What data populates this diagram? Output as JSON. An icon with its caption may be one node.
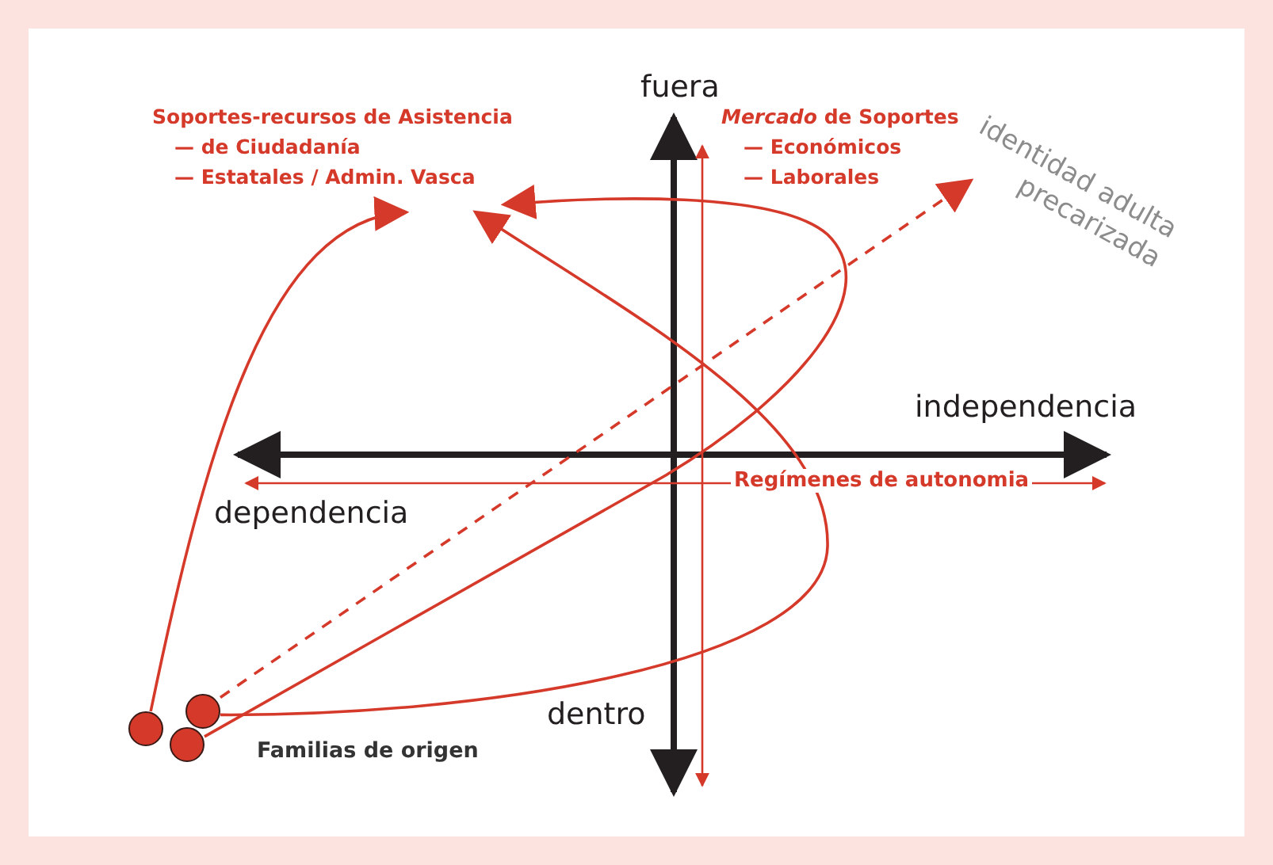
{
  "diagram": {
    "nodes": [
      {
        "text": [
          "Soportes-recursos de Asistencia",
          "— de Ciudadanía",
          "— Estatales / Admin. Vasca"
        ]
      },
      {
        "text": [
          "*Mercado* de Soportes",
          "— Económicos",
          "— Laborales"
        ]
      },
      {
        "text": [
          "identidad adulta precarizada"
        ]
      },
      {
        "text": [],
        "shape": "circle"
      },
      {
        "text": [],
        "shape": "circle"
      },
      {
        "text": [],
        "shape": "circle"
      }
    ],
    "edges": [
      {
        "from": 3,
        "to": 0,
        "arrow": "to"
      },
      {
        "from": 4,
        "to": 2,
        "arrow": "to",
        "style": "dashed"
      },
      {
        "from": 4,
        "to": 0,
        "arrow": "to"
      },
      {
        "from": 5,
        "to": 0,
        "arrow": "to"
      }
    ],
    "labels": [
      "fuera",
      "independencia",
      "Regímenes de autonomia",
      "dependencia",
      "dentro",
      "Familias de origen"
    ]
  }
}
